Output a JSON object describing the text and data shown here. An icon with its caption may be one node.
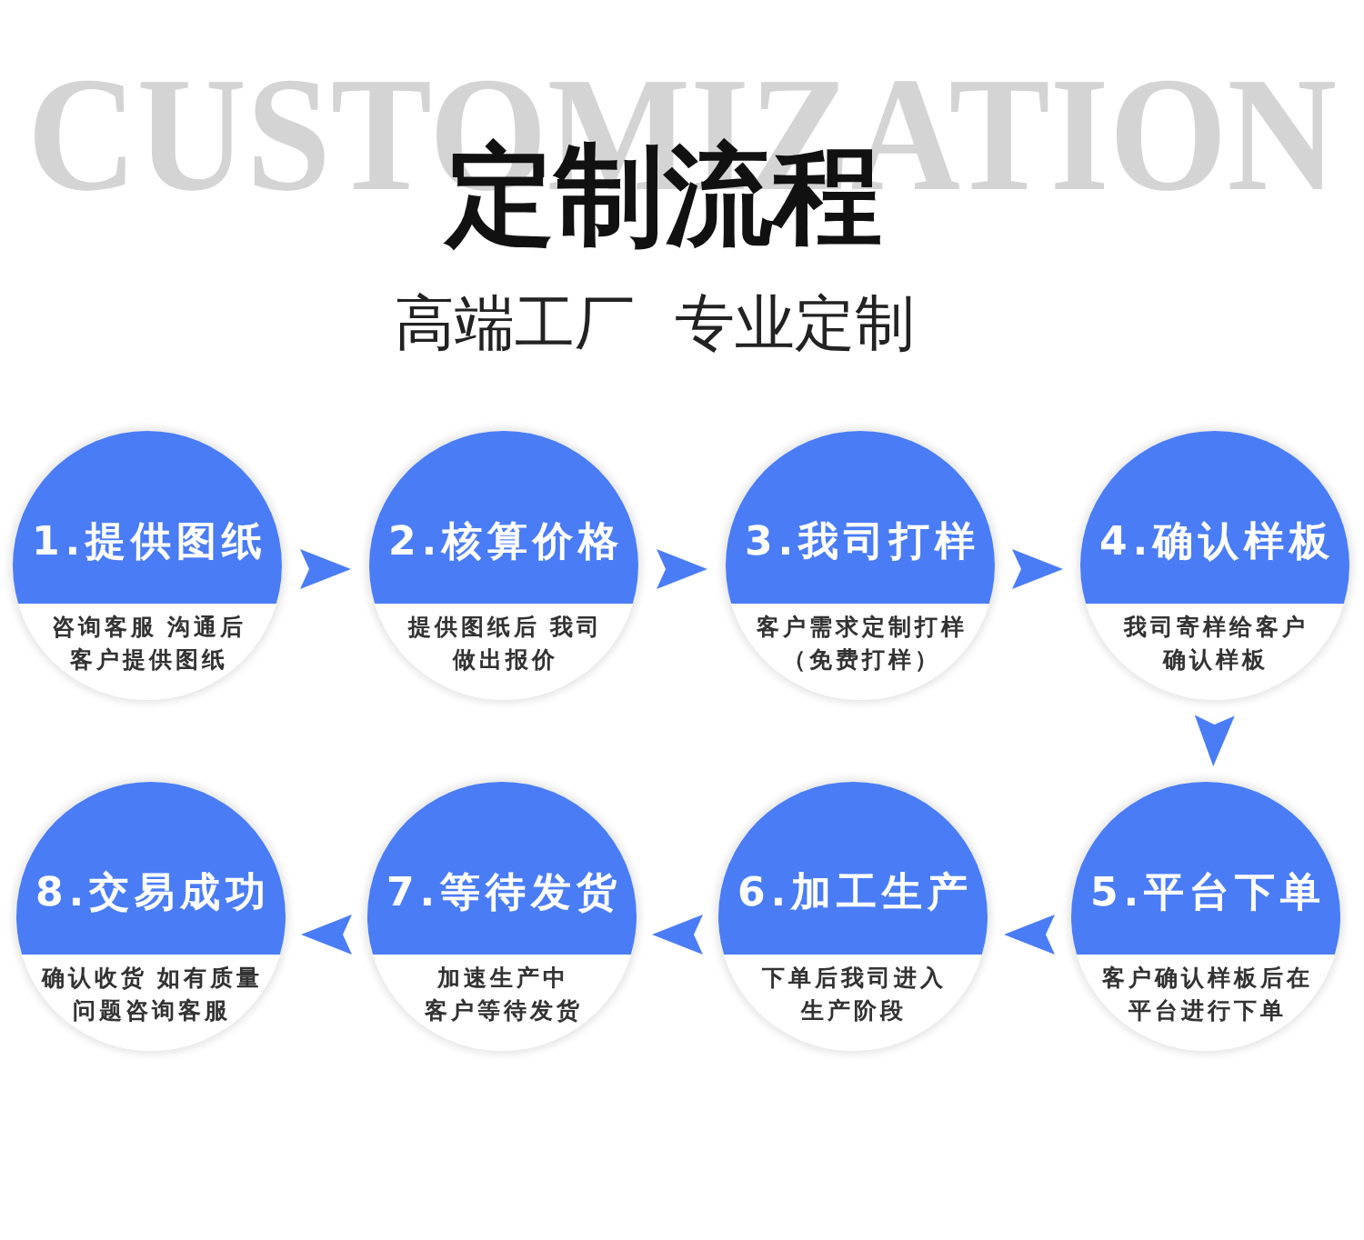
{
  "diagram": {
    "title": "定制流程",
    "nodes": [
      {
        "text": [
          "1.提供图纸",
          "咨询客服 沟通后客户提供图纸"
        ]
      },
      {
        "text": [
          "2.核算价格",
          "提供图纸后 我司做出报价"
        ]
      },
      {
        "text": [
          "3.我司打样",
          "客户需求定制打样（免费打样）"
        ]
      },
      {
        "text": [
          "4.确认样板",
          "我司寄样给客户确认样板"
        ]
      },
      {
        "text": [
          "5.平台下单",
          "客户确认样板后在平台进行下单"
        ]
      },
      {
        "text": [
          "6.加工生产",
          "下单后我司进入生产阶段"
        ]
      },
      {
        "text": [
          "7.等待发货",
          "加速生产中客户等待发货"
        ]
      },
      {
        "text": [
          "8.交易成功",
          "确认收货 如有质量问题咨询客服"
        ]
      }
    ],
    "edges": [
      {
        "from": 0,
        "to": 1,
        "arrow": "to"
      },
      {
        "from": 1,
        "to": 2,
        "arrow": "to"
      },
      {
        "from": 2,
        "to": 3,
        "arrow": "to"
      },
      {
        "from": 3,
        "to": 4,
        "arrow": "to"
      },
      {
        "from": 4,
        "to": 5,
        "arrow": "to"
      },
      {
        "from": 5,
        "to": 6,
        "arrow": "to"
      },
      {
        "from": 6,
        "to": 7,
        "arrow": "to"
      }
    ],
    "labels": [
      "CUSTOMIZATION",
      "高端工厂 专业定制"
    ]
  }
}
